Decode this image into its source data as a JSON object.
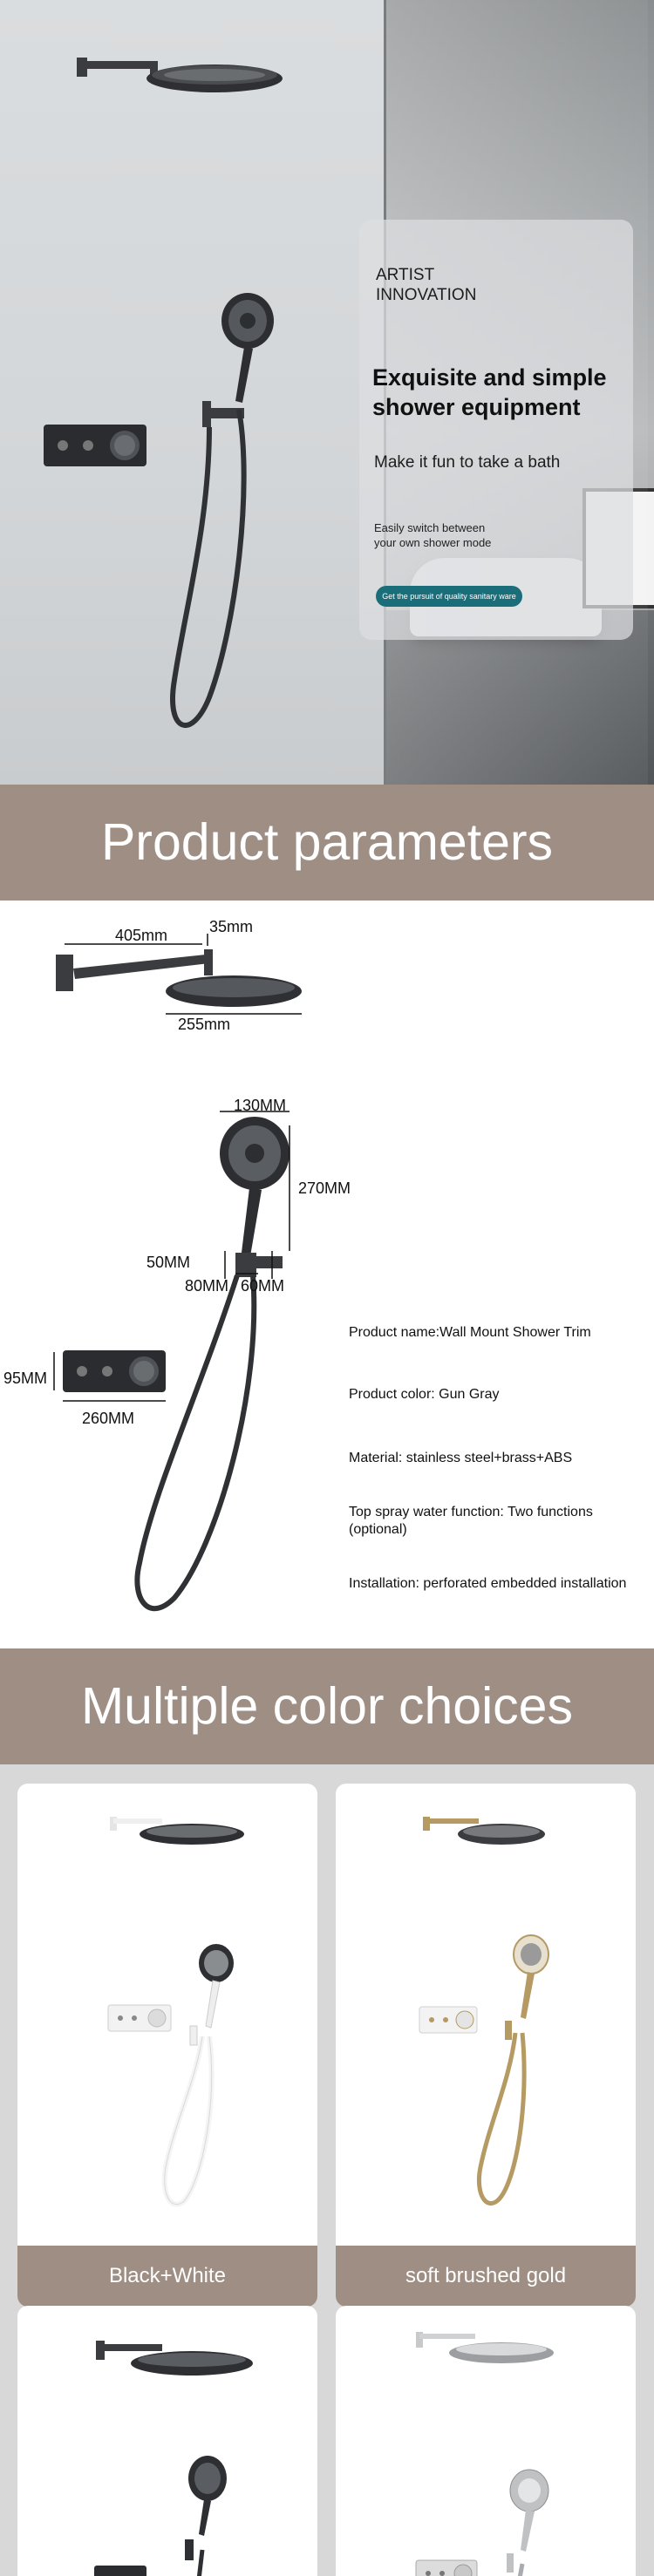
{
  "hero": {
    "artist_line1": "ARTIST",
    "artist_line2": "INNOVATION",
    "title_line1": "Exquisite and simple",
    "title_line2": "shower equipment",
    "subtitle": "Make it fun to take a bath",
    "desc_line1": "Easily switch between",
    "desc_line2": "your own shower mode",
    "button": "Get the pursuit of quality sanitary ware"
  },
  "params_section": {
    "title": "Product parameters",
    "dims": {
      "arm_length": "405mm",
      "arm_tip": "35mm",
      "head_diameter": "255mm",
      "hand_width": "130MM",
      "hand_length": "270MM",
      "holder_width": "50MM",
      "holder_depth": "80MM",
      "holder_height": "60MM",
      "panel_height": "95MM",
      "panel_width": "260MM"
    },
    "specs": [
      "Product name:Wall Mount Shower Trim",
      "Product color:   Gun Gray",
      "Material: stainless steel+brass+ABS",
      "Top spray water function: Two functions (optional)",
      "Installation: perforated embedded installation"
    ]
  },
  "colors_section": {
    "title": "Multiple color choices",
    "options": [
      {
        "label": "Black+White"
      },
      {
        "label": "soft brushed gold"
      }
    ]
  },
  "colors": {
    "banner": "#9e8e84",
    "button": "#1a6e7a",
    "gun_gray": "#3b3d40",
    "gold": "#b59a63"
  }
}
